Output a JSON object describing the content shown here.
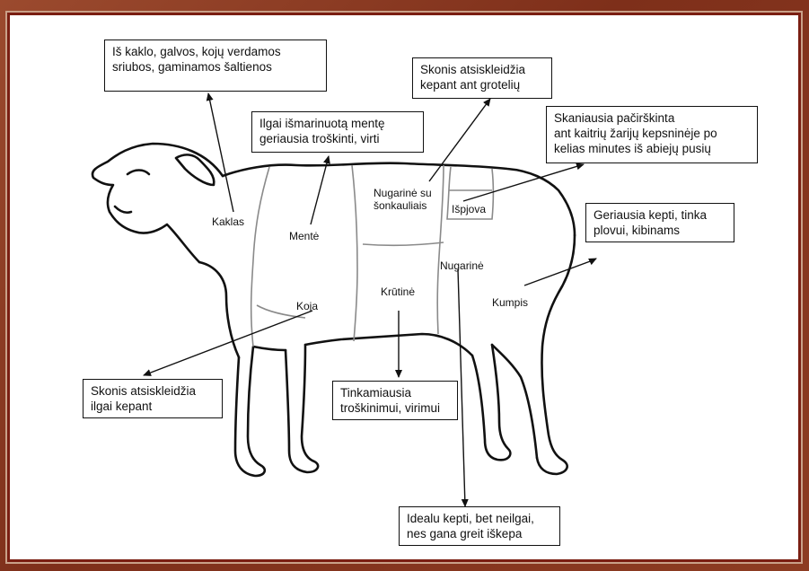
{
  "notes": {
    "kaklas": "Iš kaklo, galvos, kojų verdamos\nsriubos, gaminamos šaltienos",
    "mente": "Ilgai išmarinuotą mentę\ngeriausia troškinti, virti",
    "grotelės": "Skonis atsiskleidžia\nkepant ant grotelių",
    "ispjova": "Skaniausia pačirškinta\nant kaitrių žarijų kepsninėje po\nkelias minutes iš abiejų pusių",
    "kumpis": "Geriausia kepti, tinka\nplovui, kibinams",
    "koja": "Skonis atsiskleidžia\nilgai kepant",
    "krutine": "Tinkamiausia\ntroškinimui, virimui",
    "nugarine": "Idealu kepti, bet neilgai,\nnes gana greit iškepa"
  },
  "parts": {
    "kaklas": "Kaklas",
    "mente": "Mentė",
    "nugarine_su": "Nugarinė su\nšonkauliais",
    "ispjova": "Išpjova",
    "nugarine": "Nugarinė",
    "krutine": "Krūtinė",
    "koja": "Koja",
    "kumpis": "Kumpis"
  }
}
